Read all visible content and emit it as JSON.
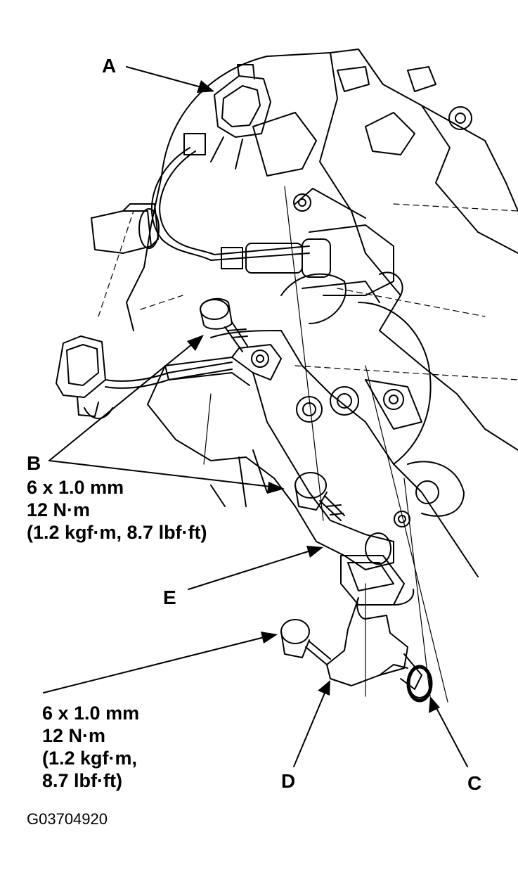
{
  "callouts": {
    "a": "A",
    "b": "B",
    "c": "C",
    "d": "D",
    "e": "E"
  },
  "spec_upper": {
    "size": "6 x 1.0 mm",
    "torque": "12 N·m",
    "conversion": "(1.2 kgf·m, 8.7 lbf·ft)"
  },
  "spec_lower": {
    "size": "6 x 1.0 mm",
    "torque": "12 N·m",
    "conversion_line1": "(1.2 kgf·m,",
    "conversion_line2": "8.7 lbf·ft)"
  },
  "figure_id": "G03704920",
  "colors": {
    "ink": "#000000",
    "paper": "#ffffff"
  }
}
